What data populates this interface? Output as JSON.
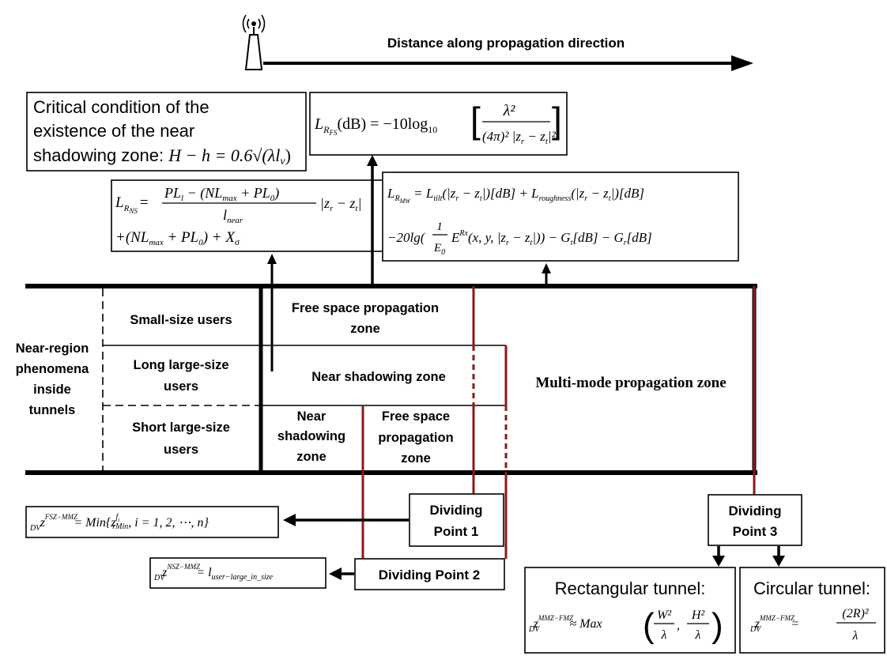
{
  "header": {
    "direction_label": "Distance along propagation direction"
  },
  "critical_box": {
    "line1": "Critical condition of the",
    "line2": "existence  of  the  near",
    "line3": "shadowing zone: ",
    "formula": "H − h = 0.6√(λl",
    "formula_sub": "v",
    "formula_end": ")"
  },
  "formulas": {
    "fs_lhs": "L",
    "fs_sub": "R",
    "fs_subsub": "FS",
    "fs_rhs": "(dB) = −10log",
    "fs_log_sub": "10",
    "fs_num": "λ²",
    "fs_den": "(4π)² |z",
    "fs_den_r": "r",
    "fs_den_mid": " − z",
    "fs_den_t": "t",
    "fs_den_end": "|²",
    "ns_lhs": "L",
    "ns_sub": "R",
    "ns_subsub": "NS",
    "ns_eq": "=",
    "ns_num": "PL",
    "ns_num_l": "l",
    "ns_num_rest": " − (NL",
    "ns_num_max": "max",
    "ns_num_end": " + PL",
    "ns_num_0": "0",
    "ns_num_close": ")",
    "ns_den": "l",
    "ns_den_sub": "near",
    "ns_abs": "|z",
    "ns_abs_r": "r",
    "ns_abs_mid": " − z",
    "ns_abs_t": "t",
    "ns_abs_end": "|",
    "ns_line2": "+(NL",
    "ns_line2_max": "max",
    "ns_line2_mid": " + PL",
    "ns_line2_0": "0",
    "ns_line2_end": ") + X",
    "ns_line2_sigma": "σ",
    "mw_line1_a": "L",
    "mw_line1_sub": "R",
    "mw_line1_subsub": "MW",
    "mw_line1_b": " = L",
    "mw_line1_tilt": "tilt",
    "mw_line1_c": "(|z",
    "mw_line1_r1": "r",
    "mw_line1_d": " − z",
    "mw_line1_t1": "t",
    "mw_line1_e": "|)[dB] + L",
    "mw_line1_rough": "roughness",
    "mw_line1_f": "(|z",
    "mw_line1_r2": "r",
    "mw_line1_g": " − z",
    "mw_line1_t2": "t",
    "mw_line1_h": "|)[dB]",
    "mw_line2_a": "−20lg(",
    "mw_line2_frac_num": "1",
    "mw_line2_frac_den": "E",
    "mw_line2_frac_den_sub": "0",
    "mw_line2_b": "E",
    "mw_line2_sup": "Rx",
    "mw_line2_c": "(x, y, |z",
    "mw_line2_r": "r",
    "mw_line2_d": " − z",
    "mw_line2_t": "t",
    "mw_line2_e": "|)) − G",
    "mw_line2_gt": "t",
    "mw_line2_f": "[dB] − G",
    "mw_line2_gr": "r",
    "mw_line2_g": "[dB]",
    "dp1_lhs": "z",
    "dp1_sup": "FSZ−MMZ",
    "dp1_sub": "DV",
    "dp1_rhs": "= Min{z",
    "dp1_rhs_sup": "f",
    "dp1_rhs_sup_i": "i",
    "dp1_rhs_sub": "rMin",
    "dp1_rhs_end": ", i = 1, 2, ⋯, n}",
    "dp2_lhs": "z",
    "dp2_sup": "NSZ−MMZ",
    "dp2_sub": "DV",
    "dp2_rhs": "= l",
    "dp2_rhs_sub": "user−large_in_size",
    "rect_title": "Rectangular tunnel:",
    "rect_lhs": "z",
    "rect_sup": "MMZ−FMZ",
    "rect_sub": "DV",
    "rect_rhs": "≈ Max",
    "rect_n1": "W²",
    "rect_d1": "λ",
    "rect_comma": ",",
    "rect_n2": "H²",
    "rect_d2": "λ",
    "circ_title": "Circular tunnel:",
    "circ_lhs": "z",
    "circ_sup": "MMZ−FMZ",
    "circ_sub": "DV",
    "circ_eq": "=",
    "circ_num": "(2R)²",
    "circ_den": "λ"
  },
  "left_panel": {
    "title_line1": "Near-region",
    "title_line2": "phenomena",
    "title_line3": "inside",
    "title_line4": "tunnels",
    "row1": "Small-size users",
    "row2_line1": "Long large-size",
    "row2_line2": "users",
    "row3_line1": "Short large-size",
    "row3_line2": "users"
  },
  "zones": {
    "fs_top_line1": "Free space propagation",
    "fs_top_line2": "zone",
    "ns_mid": "Near shadowing zone",
    "ns_bot_line1": "Near",
    "ns_bot_line2": "shadowing",
    "ns_bot_line3": "zone",
    "fs_bot_line1": "Free space",
    "fs_bot_line2": "propagation",
    "fs_bot_line3": "zone",
    "multi_mode": "Multi-mode propagation zone"
  },
  "dividers": {
    "dp1_line1": "Dividing",
    "dp1_line2": "Point 1",
    "dp2": "Dividing Point 2",
    "dp3_line1": "Dividing",
    "dp3_line2": "Point 3"
  },
  "colors": {
    "line": "#000000",
    "divider": "#8b1a1a"
  }
}
